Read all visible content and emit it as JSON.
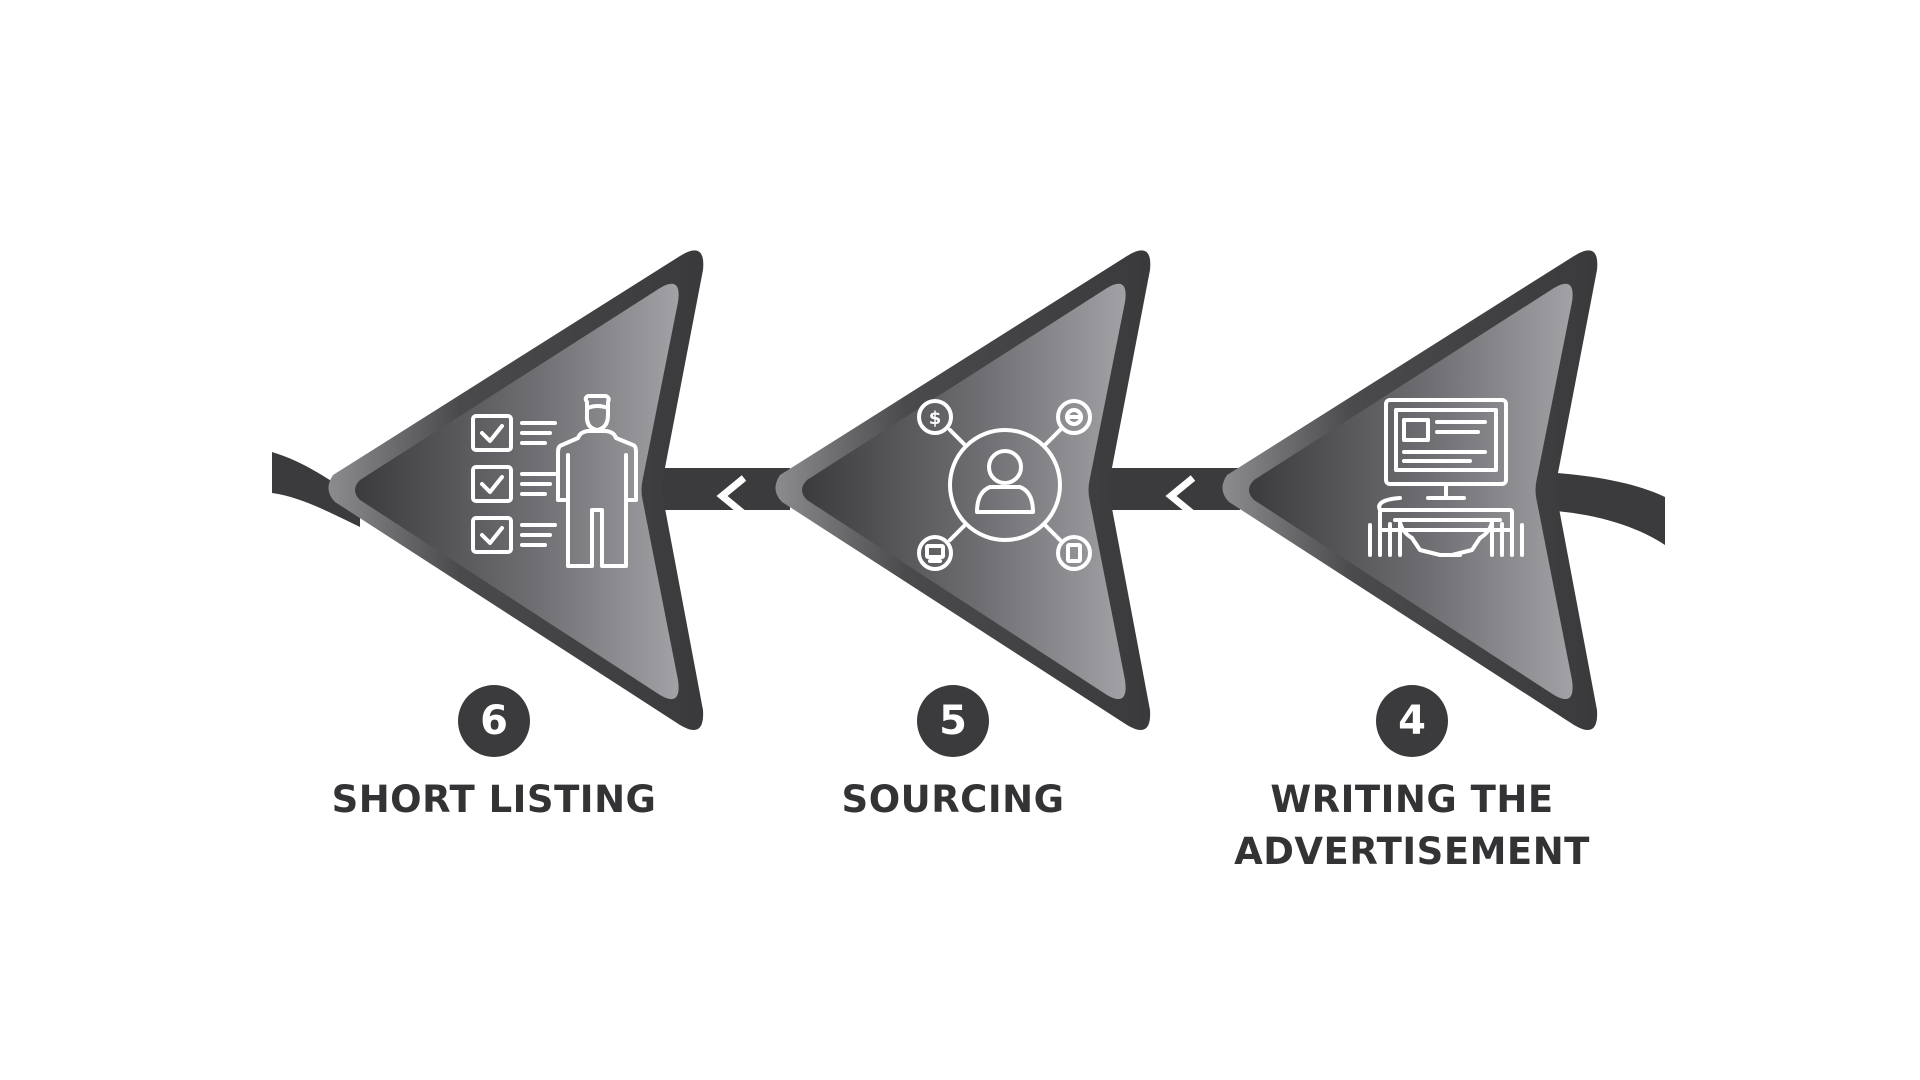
{
  "steps": [
    {
      "number": "6",
      "label": "SHORT LISTING",
      "icon": "checklist-person-icon"
    },
    {
      "number": "5",
      "label": "SOURCING",
      "icon": "sourcing-network-icon"
    },
    {
      "number": "4",
      "label": "WRITING THE ADVERTISEMENT",
      "icon": "computer-keyboard-icon"
    }
  ],
  "colors": {
    "ribbon": "#3b3b3d",
    "triangle_outer": "#454547",
    "triangle_inner_dark": "#3c3c3e",
    "triangle_inner_light": "#9a9a9e",
    "number_badge": "#3b3b3d",
    "label_text": "#333335",
    "icon_stroke": "#ffffff"
  }
}
